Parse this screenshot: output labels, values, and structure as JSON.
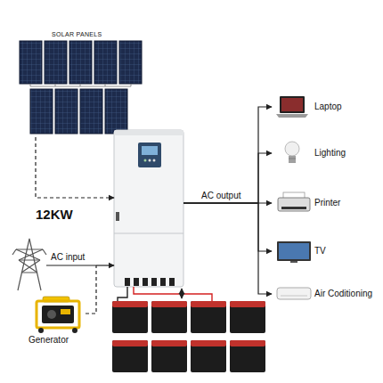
{
  "diagram": {
    "nodes": [
      {
        "text": [
          "SOLAR PANELS"
        ]
      },
      {
        "text": [
          "12KW"
        ]
      },
      {
        "text": [
          "Laptop"
        ]
      },
      {
        "text": [
          "Lighting"
        ]
      },
      {
        "text": [
          "Printer"
        ]
      },
      {
        "text": [
          "TV"
        ]
      },
      {
        "text": [
          "Air Coditioning"
        ]
      },
      {
        "text": [
          "Generator"
        ]
      }
    ],
    "edges": [
      {
        "from": 0,
        "to": 1,
        "arrow": "to"
      },
      {
        "from": 1,
        "to": 2,
        "arrow": "to"
      },
      {
        "from": 1,
        "to": 3,
        "arrow": "to"
      },
      {
        "from": 1,
        "to": 4,
        "label": "AC output",
        "arrow": "to"
      },
      {
        "from": 1,
        "to": 5,
        "arrow": "to"
      },
      {
        "from": 1,
        "to": 6,
        "arrow": "to"
      },
      {
        "from": 7,
        "to": 1,
        "arrow": "to"
      }
    ],
    "labels": [
      "AC input"
    ]
  }
}
